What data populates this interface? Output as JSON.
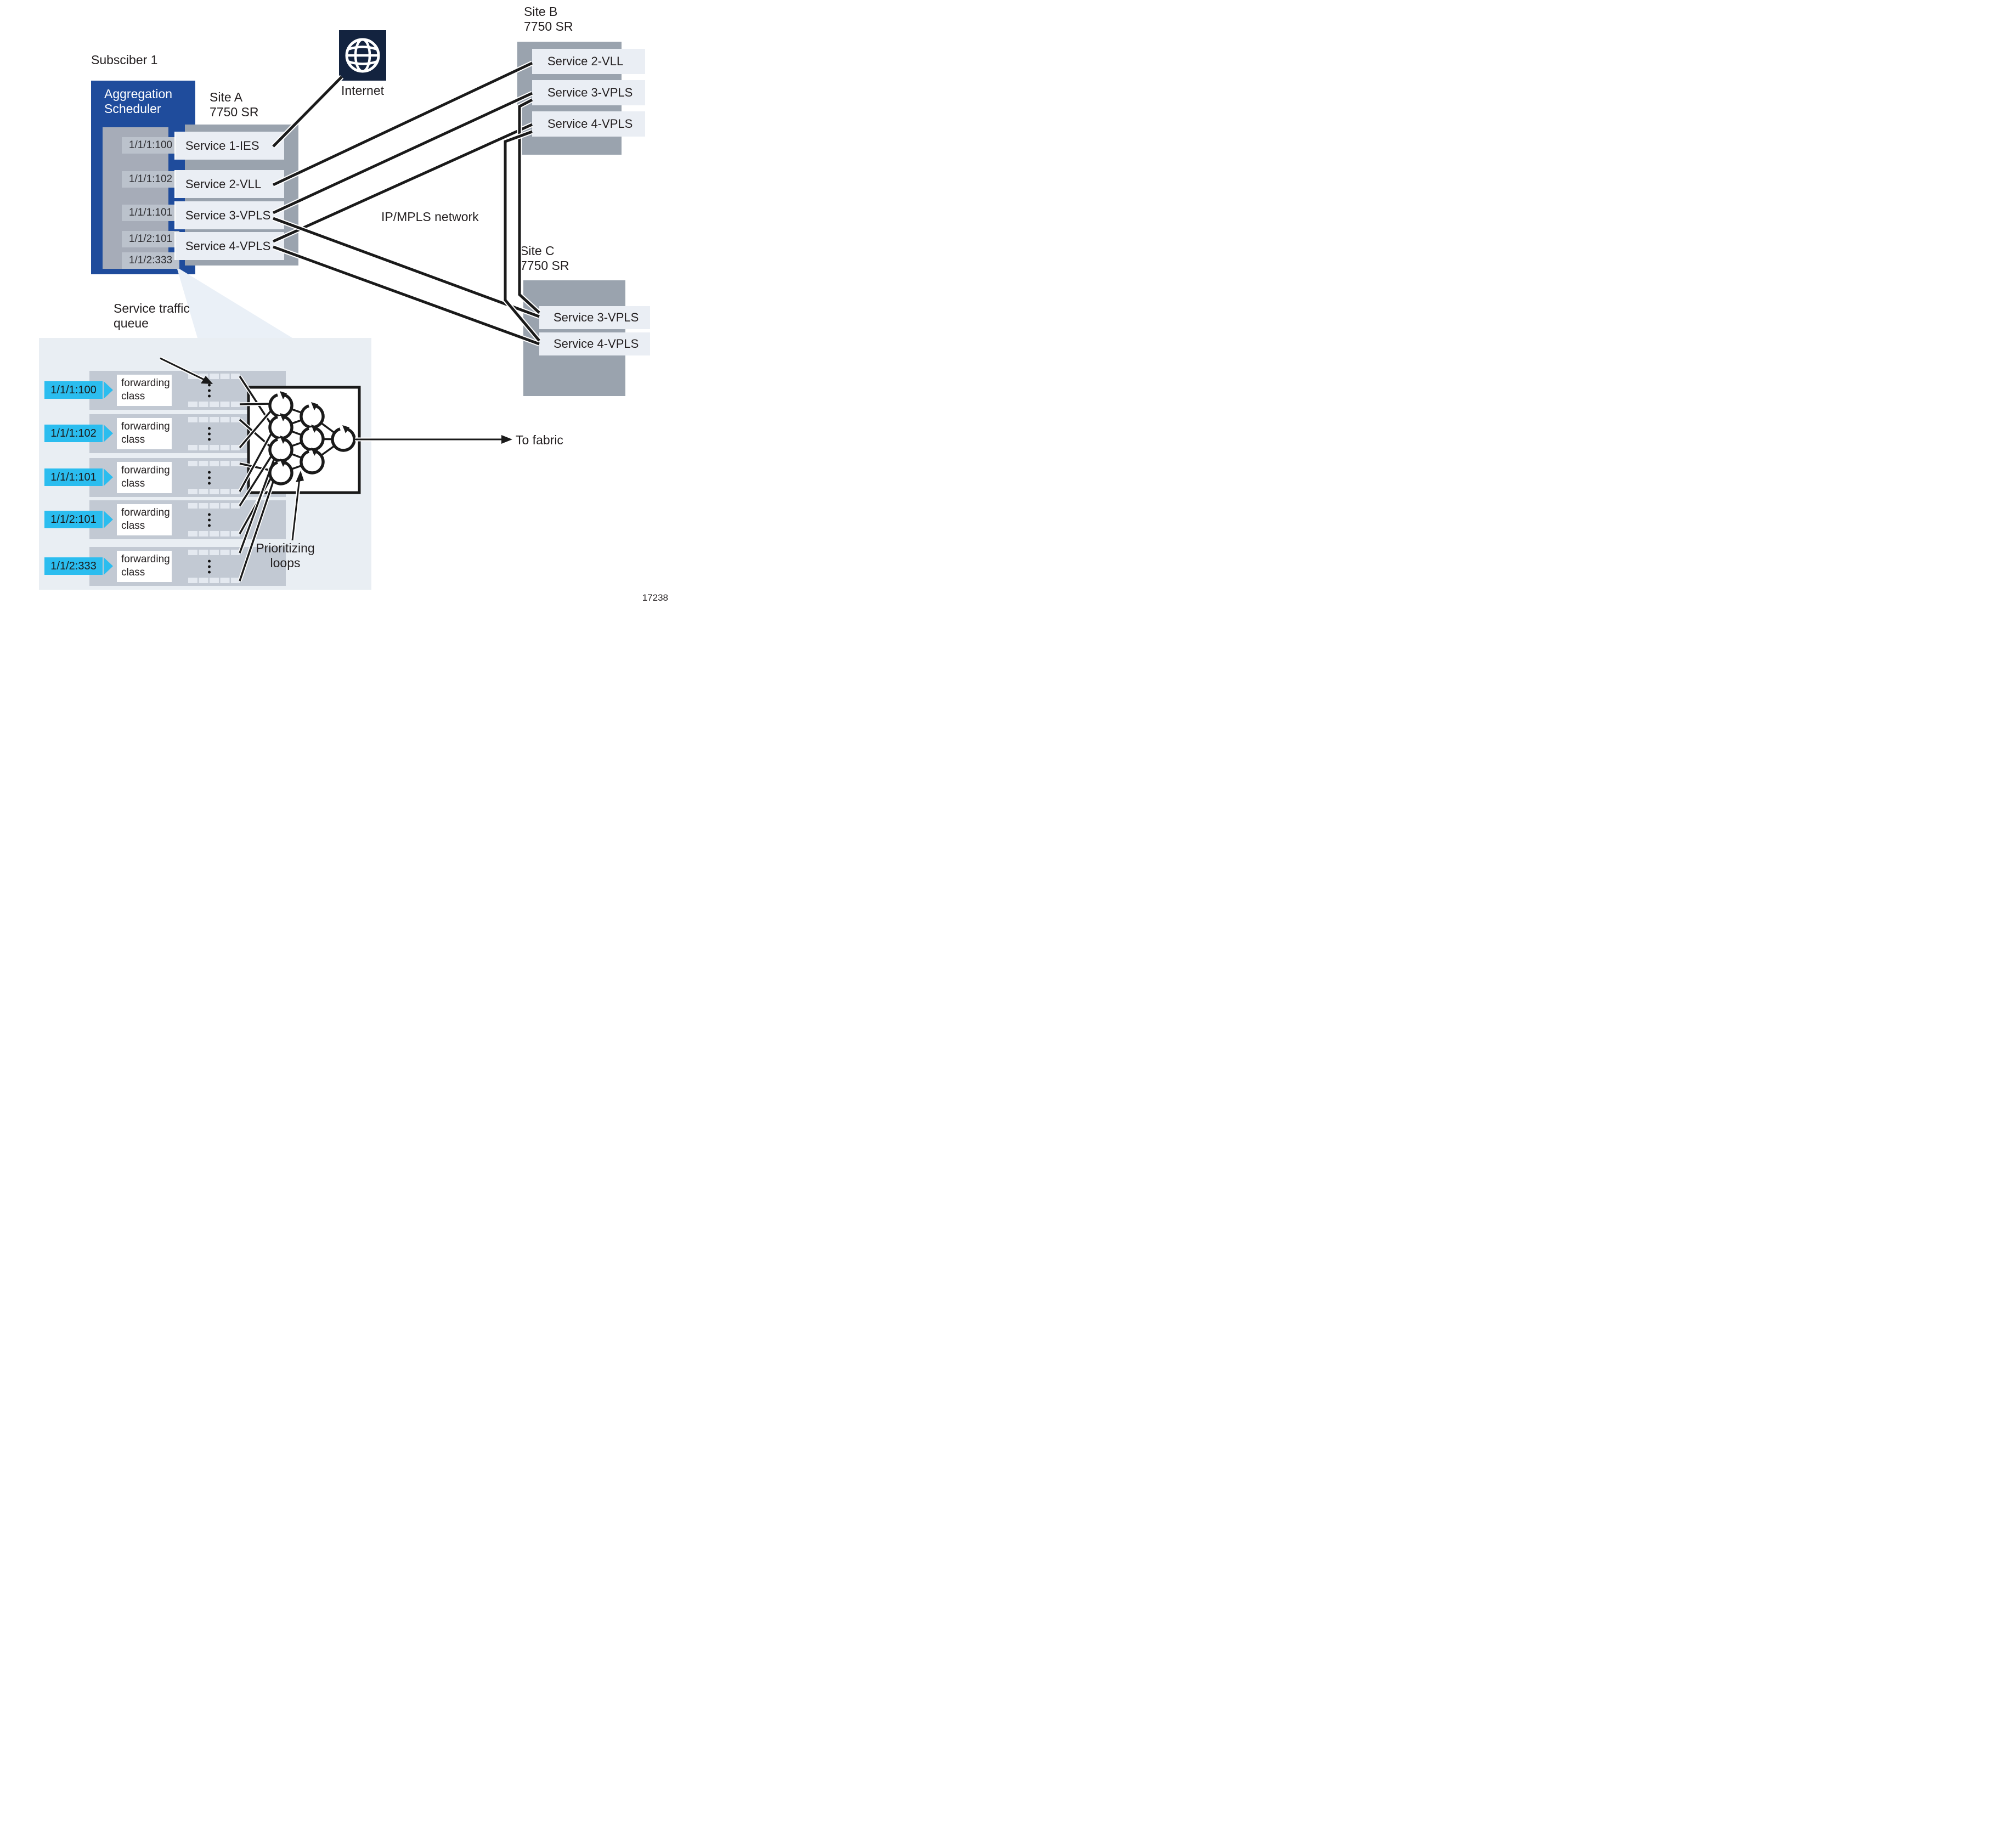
{
  "subscriber_label": "Subsciber 1",
  "scheduler": {
    "label": "Aggregation Scheduler",
    "ports": [
      "1/1/1:100",
      "1/1/1:102",
      "1/1/1:101",
      "1/1/2:101",
      "1/1/2:333"
    ]
  },
  "site_a": {
    "name": "Site A",
    "model": "7750 SR",
    "services": [
      "Service 1-IES",
      "Service 2-VLL",
      "Service 3-VPLS",
      "Service 4-VPLS"
    ]
  },
  "internet": {
    "label": "Internet"
  },
  "network_label": "IP/MPLS network",
  "site_b": {
    "name": "Site B",
    "model": "7750 SR",
    "services": [
      "Service 2-VLL",
      "Service 3-VPLS",
      "Service 4-VPLS"
    ]
  },
  "site_c": {
    "name": "Site C",
    "model": "7750 SR",
    "services": [
      "Service 3-VPLS",
      "Service 4-VPLS"
    ]
  },
  "detail": {
    "note": "Service traffic queue",
    "fc_label": "forwarding class",
    "ports": [
      "1/1/1:100",
      "1/1/1:102",
      "1/1/1:101",
      "1/1/2:101",
      "1/1/2:333"
    ],
    "prioritizing": "Prioritizing loops",
    "to_fabric": "To fabric"
  },
  "figure_number": "17238",
  "colors": {
    "scheduler_blue": "#1F4C9C",
    "internet_navy": "#13233F",
    "port_cyan": "#2BBDEF",
    "site_gray": "#9AA3AE",
    "service_bg": "#EAEEF4",
    "panel_bg": "#E9EEF3"
  }
}
